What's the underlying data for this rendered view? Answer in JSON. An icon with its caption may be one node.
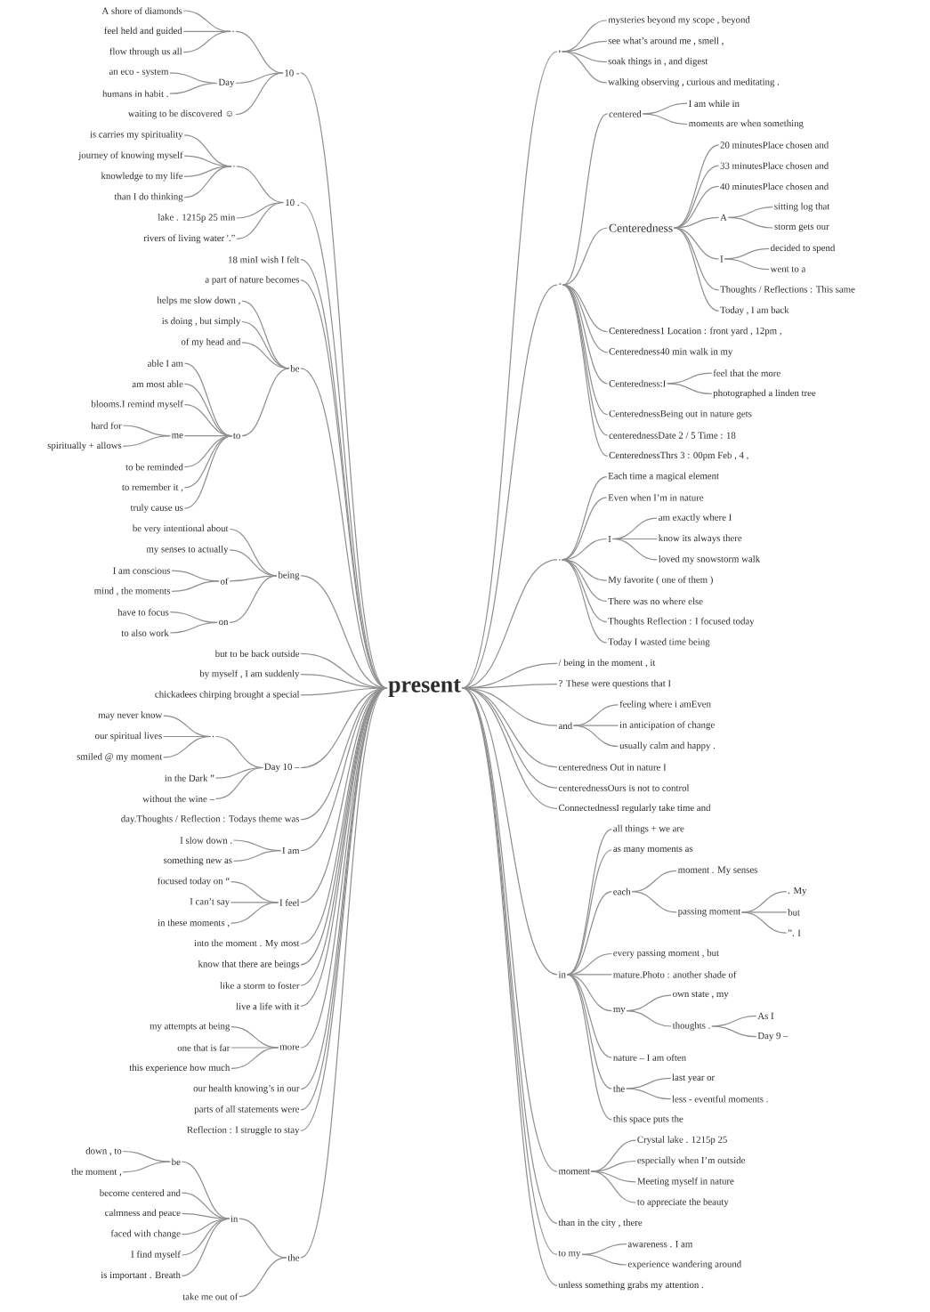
{
  "diagram": {
    "nodes": [
      {
        "text": [
          "present"
        ]
      },
      {
        "text": [
          "10 -"
        ]
      },
      {
        "text": [
          "."
        ]
      },
      {
        "text": [
          "A shore of diamonds"
        ]
      },
      {
        "text": [
          "feel held and guided"
        ]
      },
      {
        "text": [
          "flow through us all"
        ]
      },
      {
        "text": [
          "Day"
        ]
      },
      {
        "text": [
          "an eco - system"
        ]
      },
      {
        "text": [
          "humans in habit ."
        ]
      },
      {
        "text": [
          "waiting to be discovered ☺"
        ]
      },
      {
        "text": [
          "10 ."
        ]
      },
      {
        "text": [
          "."
        ]
      },
      {
        "text": [
          "is carries my spirituality"
        ]
      },
      {
        "text": [
          "journey of knowing myself"
        ]
      },
      {
        "text": [
          "knowledge to my life"
        ]
      },
      {
        "text": [
          "than I do thinking"
        ]
      },
      {
        "text": [
          "lake . 1215p 25 min"
        ]
      },
      {
        "text": [
          "rivers of living water '.”"
        ]
      },
      {
        "text": [
          "18 minI wish I felt"
        ]
      },
      {
        "text": [
          "a part of nature becomes"
        ]
      },
      {
        "text": [
          "be"
        ]
      },
      {
        "text": [
          "helps me slow down ,"
        ]
      },
      {
        "text": [
          "is doing , but simply"
        ]
      },
      {
        "text": [
          "of my head and"
        ]
      },
      {
        "text": [
          "to"
        ]
      },
      {
        "text": [
          "able I am"
        ]
      },
      {
        "text": [
          "am most able"
        ]
      },
      {
        "text": [
          "blooms.I remind myself"
        ]
      },
      {
        "text": [
          "me"
        ]
      },
      {
        "text": [
          "hard for"
        ]
      },
      {
        "text": [
          "spiritually + allows"
        ]
      },
      {
        "text": [
          "to be reminded"
        ]
      },
      {
        "text": [
          "to remember it ,"
        ]
      },
      {
        "text": [
          "truly cause us"
        ]
      },
      {
        "text": [
          "being"
        ]
      },
      {
        "text": [
          "be very intentional about"
        ]
      },
      {
        "text": [
          "my senses to actually"
        ]
      },
      {
        "text": [
          "of"
        ]
      },
      {
        "text": [
          "I am conscious"
        ]
      },
      {
        "text": [
          "mind , the moments"
        ]
      },
      {
        "text": [
          "on"
        ]
      },
      {
        "text": [
          "have to focus"
        ]
      },
      {
        "text": [
          "to also work"
        ]
      },
      {
        "text": [
          "but to be back outside"
        ]
      },
      {
        "text": [
          "by myself , I am suddenly"
        ]
      },
      {
        "text": [
          "chickadees chirping brought a special"
        ]
      },
      {
        "text": [
          "Day 10 –"
        ]
      },
      {
        "text": [
          "."
        ]
      },
      {
        "text": [
          "may never know"
        ]
      },
      {
        "text": [
          "our spiritual lives"
        ]
      },
      {
        "text": [
          "smiled @ my moment"
        ]
      },
      {
        "text": [
          "in the Dark ”"
        ]
      },
      {
        "text": [
          "without the wine –"
        ]
      },
      {
        "text": [
          "day.Thoughts / Reflection : Todays theme was"
        ]
      },
      {
        "text": [
          "I am"
        ]
      },
      {
        "text": [
          "I slow down ."
        ]
      },
      {
        "text": [
          "something new as"
        ]
      },
      {
        "text": [
          "I feel"
        ]
      },
      {
        "text": [
          "focused today on “"
        ]
      },
      {
        "text": [
          "I can’t say"
        ]
      },
      {
        "text": [
          "in these moments ,"
        ]
      },
      {
        "text": [
          "into the moment . My most"
        ]
      },
      {
        "text": [
          "know that there are beings"
        ]
      },
      {
        "text": [
          "like a storm to foster"
        ]
      },
      {
        "text": [
          "live a life with it"
        ]
      },
      {
        "text": [
          "more"
        ]
      },
      {
        "text": [
          "my attempts at being"
        ]
      },
      {
        "text": [
          "one that is far"
        ]
      },
      {
        "text": [
          "this experience how much"
        ]
      },
      {
        "text": [
          "our health knowing’s in our"
        ]
      },
      {
        "text": [
          "parts of all statements were"
        ]
      },
      {
        "text": [
          "Reflection : I struggle to stay"
        ]
      },
      {
        "text": [
          "the"
        ]
      },
      {
        "text": [
          "in"
        ]
      },
      {
        "text": [
          "be"
        ]
      },
      {
        "text": [
          "down , to"
        ]
      },
      {
        "text": [
          "the moment ,"
        ]
      },
      {
        "text": [
          "become centered and"
        ]
      },
      {
        "text": [
          "calmness and peace"
        ]
      },
      {
        "text": [
          "faced with change"
        ]
      },
      {
        "text": [
          "I find myself"
        ]
      },
      {
        "text": [
          "is important . Breath"
        ]
      },
      {
        "text": [
          "take me out of"
        ]
      },
      {
        "text": [
          ","
        ]
      },
      {
        "text": [
          "mysteries beyond my scope , beyond"
        ]
      },
      {
        "text": [
          "see what’s around me , smell ,"
        ]
      },
      {
        "text": [
          "soak things in , and digest"
        ]
      },
      {
        "text": [
          "walking observing , curious and meditating ."
        ]
      },
      {
        "text": [
          "-"
        ]
      },
      {
        "text": [
          "centered"
        ]
      },
      {
        "text": [
          "I am while in"
        ]
      },
      {
        "text": [
          "moments are when something"
        ]
      },
      {
        "text": [
          "Centeredness"
        ]
      },
      {
        "text": [
          "20 minutesPlace chosen and"
        ]
      },
      {
        "text": [
          "33 minutesPlace chosen and"
        ]
      },
      {
        "text": [
          "40 minutesPlace chosen and"
        ]
      },
      {
        "text": [
          "A"
        ]
      },
      {
        "text": [
          "sitting log that"
        ]
      },
      {
        "text": [
          "storm gets our"
        ]
      },
      {
        "text": [
          "I"
        ]
      },
      {
        "text": [
          "decided to spend"
        ]
      },
      {
        "text": [
          "went to a"
        ]
      },
      {
        "text": [
          "Thoughts / Reflections : This same"
        ]
      },
      {
        "text": [
          "Today , I am back"
        ]
      },
      {
        "text": [
          "Centeredness1 Location : front yard , 12pm ,"
        ]
      },
      {
        "text": [
          "Centeredness40 min walk in my"
        ]
      },
      {
        "text": [
          "Centeredness:I"
        ]
      },
      {
        "text": [
          "feel that the more"
        ]
      },
      {
        "text": [
          "photographed a linden tree"
        ]
      },
      {
        "text": [
          "CenterednessBeing out in nature gets"
        ]
      },
      {
        "text": [
          "centerednessDate 2 / 5 Time : 18"
        ]
      },
      {
        "text": [
          "CenterednessThrs 3 : 00pm Feb , 4 ,"
        ]
      },
      {
        "text": [
          "."
        ]
      },
      {
        "text": [
          "Each time a magical element"
        ]
      },
      {
        "text": [
          "Even when I’m in nature"
        ]
      },
      {
        "text": [
          "I"
        ]
      },
      {
        "text": [
          "am exactly where I"
        ]
      },
      {
        "text": [
          "know its always there"
        ]
      },
      {
        "text": [
          "loved my snowstorm walk"
        ]
      },
      {
        "text": [
          "My favorite ( one of them )"
        ]
      },
      {
        "text": [
          "There was no where else"
        ]
      },
      {
        "text": [
          "Thoughts Reflection : I focused today"
        ]
      },
      {
        "text": [
          "Today I wasted time being"
        ]
      },
      {
        "text": [
          "/ being in the moment , it"
        ]
      },
      {
        "text": [
          "? These were questions that I"
        ]
      },
      {
        "text": [
          "and"
        ]
      },
      {
        "text": [
          "feeling where i amEven"
        ]
      },
      {
        "text": [
          "in anticipation of change"
        ]
      },
      {
        "text": [
          "usually calm and happy ."
        ]
      },
      {
        "text": [
          "centeredness Out in nature I"
        ]
      },
      {
        "text": [
          "centerednessOurs is not to control"
        ]
      },
      {
        "text": [
          "ConnectednessI regularly take time and"
        ]
      },
      {
        "text": [
          "in"
        ]
      },
      {
        "text": [
          "all things + we are"
        ]
      },
      {
        "text": [
          "as many moments as"
        ]
      },
      {
        "text": [
          "each"
        ]
      },
      {
        "text": [
          "moment . My senses"
        ]
      },
      {
        "text": [
          "passing moment"
        ]
      },
      {
        "text": [
          ". My"
        ]
      },
      {
        "text": [
          "but"
        ]
      },
      {
        "text": [
          "”. I"
        ]
      },
      {
        "text": [
          "every passing moment , but"
        ]
      },
      {
        "text": [
          "mature.Photo : another shade of"
        ]
      },
      {
        "text": [
          "my"
        ]
      },
      {
        "text": [
          "own state , my"
        ]
      },
      {
        "text": [
          "thoughts ."
        ]
      },
      {
        "text": [
          "As I"
        ]
      },
      {
        "text": [
          "Day 9 –"
        ]
      },
      {
        "text": [
          "nature – I am often"
        ]
      },
      {
        "text": [
          "the"
        ]
      },
      {
        "text": [
          "last year or"
        ]
      },
      {
        "text": [
          "less - eventful moments ."
        ]
      },
      {
        "text": [
          "this space puts the"
        ]
      },
      {
        "text": [
          "moment"
        ]
      },
      {
        "text": [
          "Crystal lake . 1215p 25"
        ]
      },
      {
        "text": [
          "especially when I’m outside"
        ]
      },
      {
        "text": [
          "Meeting myself in nature"
        ]
      },
      {
        "text": [
          "to appreciate the beauty"
        ]
      },
      {
        "text": [
          "than in the city , there"
        ]
      },
      {
        "text": [
          "to my"
        ]
      },
      {
        "text": [
          "awareness . I am"
        ]
      },
      {
        "text": [
          "experience wandering around"
        ]
      },
      {
        "text": [
          "unless something grabs my attention ."
        ]
      }
    ],
    "edges": [
      {
        "from": 0,
        "to": 1,
        "arrow": "none"
      },
      {
        "from": 1,
        "to": 2,
        "arrow": "none"
      },
      {
        "from": 2,
        "to": 3,
        "arrow": "none"
      },
      {
        "from": 2,
        "to": 4,
        "arrow": "none"
      },
      {
        "from": 2,
        "to": 5,
        "arrow": "none"
      },
      {
        "from": 1,
        "to": 6,
        "arrow": "none"
      },
      {
        "from": 6,
        "to": 7,
        "arrow": "none"
      },
      {
        "from": 6,
        "to": 8,
        "arrow": "none"
      },
      {
        "from": 1,
        "to": 9,
        "arrow": "none"
      },
      {
        "from": 0,
        "to": 10,
        "arrow": "none"
      },
      {
        "from": 10,
        "to": 11,
        "arrow": "none"
      },
      {
        "from": 11,
        "to": 12,
        "arrow": "none"
      },
      {
        "from": 11,
        "to": 13,
        "arrow": "none"
      },
      {
        "from": 11,
        "to": 14,
        "arrow": "none"
      },
      {
        "from": 11,
        "to": 15,
        "arrow": "none"
      },
      {
        "from": 10,
        "to": 16,
        "arrow": "none"
      },
      {
        "from": 10,
        "to": 17,
        "arrow": "none"
      },
      {
        "from": 0,
        "to": 18,
        "arrow": "none"
      },
      {
        "from": 0,
        "to": 19,
        "arrow": "none"
      },
      {
        "from": 0,
        "to": 20,
        "arrow": "none"
      },
      {
        "from": 20,
        "to": 21,
        "arrow": "none"
      },
      {
        "from": 20,
        "to": 22,
        "arrow": "none"
      },
      {
        "from": 20,
        "to": 23,
        "arrow": "none"
      },
      {
        "from": 20,
        "to": 24,
        "arrow": "none"
      },
      {
        "from": 24,
        "to": 25,
        "arrow": "none"
      },
      {
        "from": 24,
        "to": 26,
        "arrow": "none"
      },
      {
        "from": 24,
        "to": 27,
        "arrow": "none"
      },
      {
        "from": 24,
        "to": 28,
        "arrow": "none"
      },
      {
        "from": 28,
        "to": 29,
        "arrow": "none"
      },
      {
        "from": 28,
        "to": 30,
        "arrow": "none"
      },
      {
        "from": 24,
        "to": 31,
        "arrow": "none"
      },
      {
        "from": 24,
        "to": 32,
        "arrow": "none"
      },
      {
        "from": 24,
        "to": 33,
        "arrow": "none"
      },
      {
        "from": 0,
        "to": 34,
        "arrow": "none"
      },
      {
        "from": 34,
        "to": 35,
        "arrow": "none"
      },
      {
        "from": 34,
        "to": 36,
        "arrow": "none"
      },
      {
        "from": 34,
        "to": 37,
        "arrow": "none"
      },
      {
        "from": 37,
        "to": 38,
        "arrow": "none"
      },
      {
        "from": 37,
        "to": 39,
        "arrow": "none"
      },
      {
        "from": 34,
        "to": 40,
        "arrow": "none"
      },
      {
        "from": 40,
        "to": 41,
        "arrow": "none"
      },
      {
        "from": 40,
        "to": 42,
        "arrow": "none"
      },
      {
        "from": 0,
        "to": 43,
        "arrow": "none"
      },
      {
        "from": 0,
        "to": 44,
        "arrow": "none"
      },
      {
        "from": 0,
        "to": 45,
        "arrow": "none"
      },
      {
        "from": 0,
        "to": 46,
        "arrow": "none"
      },
      {
        "from": 46,
        "to": 47,
        "arrow": "none"
      },
      {
        "from": 47,
        "to": 48,
        "arrow": "none"
      },
      {
        "from": 47,
        "to": 49,
        "arrow": "none"
      },
      {
        "from": 47,
        "to": 50,
        "arrow": "none"
      },
      {
        "from": 46,
        "to": 51,
        "arrow": "none"
      },
      {
        "from": 46,
        "to": 52,
        "arrow": "none"
      },
      {
        "from": 0,
        "to": 53,
        "arrow": "none"
      },
      {
        "from": 0,
        "to": 54,
        "arrow": "none"
      },
      {
        "from": 54,
        "to": 55,
        "arrow": "none"
      },
      {
        "from": 54,
        "to": 56,
        "arrow": "none"
      },
      {
        "from": 0,
        "to": 57,
        "arrow": "none"
      },
      {
        "from": 57,
        "to": 58,
        "arrow": "none"
      },
      {
        "from": 57,
        "to": 59,
        "arrow": "none"
      },
      {
        "from": 57,
        "to": 60,
        "arrow": "none"
      },
      {
        "from": 0,
        "to": 61,
        "arrow": "none"
      },
      {
        "from": 0,
        "to": 62,
        "arrow": "none"
      },
      {
        "from": 0,
        "to": 63,
        "arrow": "none"
      },
      {
        "from": 0,
        "to": 64,
        "arrow": "none"
      },
      {
        "from": 0,
        "to": 65,
        "arrow": "none"
      },
      {
        "from": 65,
        "to": 66,
        "arrow": "none"
      },
      {
        "from": 65,
        "to": 67,
        "arrow": "none"
      },
      {
        "from": 65,
        "to": 68,
        "arrow": "none"
      },
      {
        "from": 0,
        "to": 69,
        "arrow": "none"
      },
      {
        "from": 0,
        "to": 70,
        "arrow": "none"
      },
      {
        "from": 0,
        "to": 71,
        "arrow": "none"
      },
      {
        "from": 0,
        "to": 72,
        "arrow": "none"
      },
      {
        "from": 72,
        "to": 73,
        "arrow": "none"
      },
      {
        "from": 73,
        "to": 74,
        "arrow": "none"
      },
      {
        "from": 74,
        "to": 75,
        "arrow": "none"
      },
      {
        "from": 74,
        "to": 76,
        "arrow": "none"
      },
      {
        "from": 73,
        "to": 77,
        "arrow": "none"
      },
      {
        "from": 73,
        "to": 78,
        "arrow": "none"
      },
      {
        "from": 73,
        "to": 79,
        "arrow": "none"
      },
      {
        "from": 73,
        "to": 80,
        "arrow": "none"
      },
      {
        "from": 73,
        "to": 81,
        "arrow": "none"
      },
      {
        "from": 72,
        "to": 82,
        "arrow": "none"
      },
      {
        "from": 0,
        "to": 83,
        "arrow": "none"
      },
      {
        "from": 83,
        "to": 84,
        "arrow": "none"
      },
      {
        "from": 83,
        "to": 85,
        "arrow": "none"
      },
      {
        "from": 83,
        "to": 86,
        "arrow": "none"
      },
      {
        "from": 83,
        "to": 87,
        "arrow": "none"
      },
      {
        "from": 0,
        "to": 88,
        "arrow": "none"
      },
      {
        "from": 88,
        "to": 89,
        "arrow": "none"
      },
      {
        "from": 89,
        "to": 90,
        "arrow": "none"
      },
      {
        "from": 89,
        "to": 91,
        "arrow": "none"
      },
      {
        "from": 88,
        "to": 92,
        "arrow": "none"
      },
      {
        "from": 92,
        "to": 93,
        "arrow": "none"
      },
      {
        "from": 92,
        "to": 94,
        "arrow": "none"
      },
      {
        "from": 92,
        "to": 95,
        "arrow": "none"
      },
      {
        "from": 92,
        "to": 96,
        "arrow": "none"
      },
      {
        "from": 96,
        "to": 97,
        "arrow": "none"
      },
      {
        "from": 96,
        "to": 98,
        "arrow": "none"
      },
      {
        "from": 92,
        "to": 99,
        "arrow": "none"
      },
      {
        "from": 99,
        "to": 100,
        "arrow": "none"
      },
      {
        "from": 99,
        "to": 101,
        "arrow": "none"
      },
      {
        "from": 92,
        "to": 102,
        "arrow": "none"
      },
      {
        "from": 92,
        "to": 103,
        "arrow": "none"
      },
      {
        "from": 88,
        "to": 104,
        "arrow": "none"
      },
      {
        "from": 88,
        "to": 105,
        "arrow": "none"
      },
      {
        "from": 88,
        "to": 106,
        "arrow": "none"
      },
      {
        "from": 106,
        "to": 107,
        "arrow": "none"
      },
      {
        "from": 106,
        "to": 108,
        "arrow": "none"
      },
      {
        "from": 88,
        "to": 109,
        "arrow": "none"
      },
      {
        "from": 88,
        "to": 110,
        "arrow": "none"
      },
      {
        "from": 88,
        "to": 111,
        "arrow": "none"
      },
      {
        "from": 0,
        "to": 112,
        "arrow": "none"
      },
      {
        "from": 112,
        "to": 113,
        "arrow": "none"
      },
      {
        "from": 112,
        "to": 114,
        "arrow": "none"
      },
      {
        "from": 112,
        "to": 115,
        "arrow": "none"
      },
      {
        "from": 115,
        "to": 116,
        "arrow": "none"
      },
      {
        "from": 115,
        "to": 117,
        "arrow": "none"
      },
      {
        "from": 115,
        "to": 118,
        "arrow": "none"
      },
      {
        "from": 112,
        "to": 119,
        "arrow": "none"
      },
      {
        "from": 112,
        "to": 120,
        "arrow": "none"
      },
      {
        "from": 112,
        "to": 121,
        "arrow": "none"
      },
      {
        "from": 112,
        "to": 122,
        "arrow": "none"
      },
      {
        "from": 0,
        "to": 123,
        "arrow": "none"
      },
      {
        "from": 0,
        "to": 124,
        "arrow": "none"
      },
      {
        "from": 0,
        "to": 125,
        "arrow": "none"
      },
      {
        "from": 125,
        "to": 126,
        "arrow": "none"
      },
      {
        "from": 125,
        "to": 127,
        "arrow": "none"
      },
      {
        "from": 125,
        "to": 128,
        "arrow": "none"
      },
      {
        "from": 0,
        "to": 129,
        "arrow": "none"
      },
      {
        "from": 0,
        "to": 130,
        "arrow": "none"
      },
      {
        "from": 0,
        "to": 131,
        "arrow": "none"
      },
      {
        "from": 0,
        "to": 132,
        "arrow": "none"
      },
      {
        "from": 132,
        "to": 133,
        "arrow": "none"
      },
      {
        "from": 132,
        "to": 134,
        "arrow": "none"
      },
      {
        "from": 132,
        "to": 135,
        "arrow": "none"
      },
      {
        "from": 135,
        "to": 136,
        "arrow": "none"
      },
      {
        "from": 135,
        "to": 137,
        "arrow": "none"
      },
      {
        "from": 137,
        "to": 138,
        "arrow": "none"
      },
      {
        "from": 137,
        "to": 139,
        "arrow": "none"
      },
      {
        "from": 137,
        "to": 140,
        "arrow": "none"
      },
      {
        "from": 132,
        "to": 141,
        "arrow": "none"
      },
      {
        "from": 132,
        "to": 142,
        "arrow": "none"
      },
      {
        "from": 132,
        "to": 143,
        "arrow": "none"
      },
      {
        "from": 143,
        "to": 144,
        "arrow": "none"
      },
      {
        "from": 143,
        "to": 145,
        "arrow": "none"
      },
      {
        "from": 145,
        "to": 146,
        "arrow": "none"
      },
      {
        "from": 145,
        "to": 147,
        "arrow": "none"
      },
      {
        "from": 132,
        "to": 148,
        "arrow": "none"
      },
      {
        "from": 132,
        "to": 149,
        "arrow": "none"
      },
      {
        "from": 149,
        "to": 150,
        "arrow": "none"
      },
      {
        "from": 149,
        "to": 151,
        "arrow": "none"
      },
      {
        "from": 132,
        "to": 152,
        "arrow": "none"
      },
      {
        "from": 0,
        "to": 153,
        "arrow": "none"
      },
      {
        "from": 153,
        "to": 154,
        "arrow": "none"
      },
      {
        "from": 153,
        "to": 155,
        "arrow": "none"
      },
      {
        "from": 153,
        "to": 156,
        "arrow": "none"
      },
      {
        "from": 153,
        "to": 157,
        "arrow": "none"
      },
      {
        "from": 0,
        "to": 158,
        "arrow": "none"
      },
      {
        "from": 0,
        "to": 159,
        "arrow": "none"
      },
      {
        "from": 159,
        "to": 160,
        "arrow": "none"
      },
      {
        "from": 159,
        "to": 161,
        "arrow": "none"
      },
      {
        "from": 0,
        "to": 162,
        "arrow": "none"
      }
    ]
  }
}
